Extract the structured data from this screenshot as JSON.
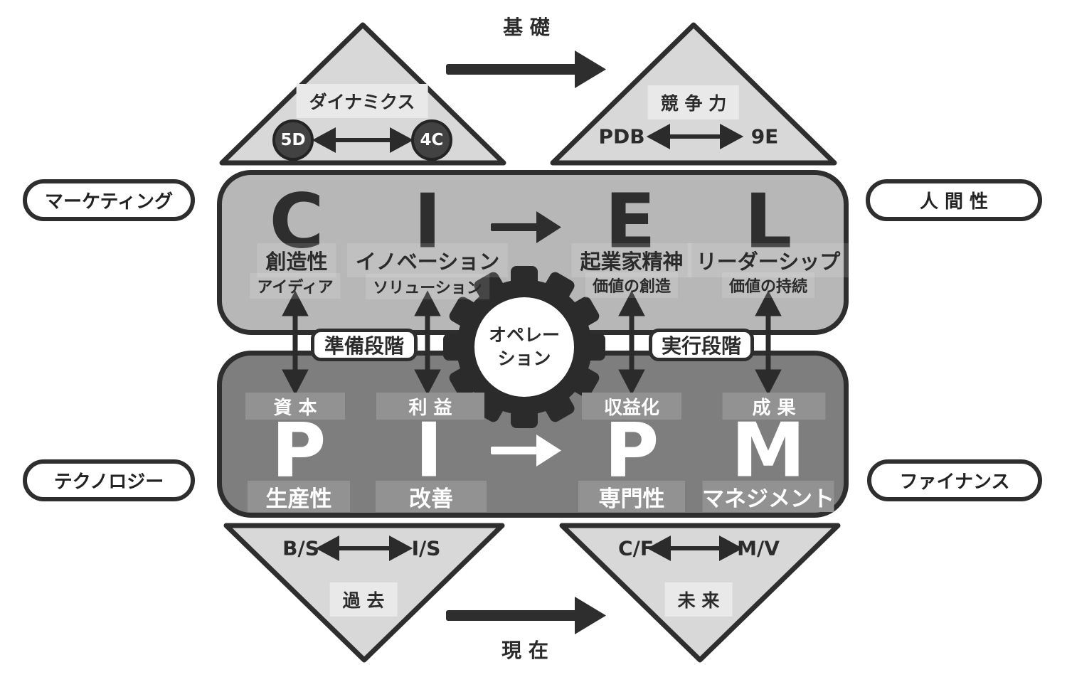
{
  "colors": {
    "dark": "#2e2e2e",
    "triangle_fill": "#d8d8d8",
    "triangle_chip_bg": "#e9e9e9",
    "upper_box_fill": "#b7b7b7",
    "lower_box_fill": "#7e7e7e",
    "lower_chip_bg": "#929292",
    "node_circle_fill": "#424242",
    "white": "#ffffff"
  },
  "axes": {
    "top": "基 礎",
    "bottom": "現 在"
  },
  "pills": {
    "marketing": "マーケティング",
    "humanity": "人 間 性",
    "technology": "テクノロジー",
    "finance": "ファイナンス"
  },
  "triangles": {
    "dynamics": {
      "title": "ダイナミクス",
      "left": "5D",
      "right": "4C"
    },
    "competitiveness": {
      "title": "競 争 力",
      "left": "PDB",
      "right": "9E"
    },
    "past": {
      "title": "過 去",
      "left": "B/S",
      "right": "I/S"
    },
    "future": {
      "title": "未 来",
      "left": "C/F",
      "right": "M/V"
    }
  },
  "upper_box": {
    "columns": [
      {
        "letter": "C",
        "label": "創造性",
        "sublabel": "アイディア"
      },
      {
        "letter": "I",
        "label": "イノベーション",
        "sublabel": "ソリューション"
      },
      {
        "letter": "E",
        "label": "起業家精神",
        "sublabel": "価値の創造"
      },
      {
        "letter": "L",
        "label": "リーダーシップ",
        "sublabel": "価値の持続"
      }
    ]
  },
  "lower_box": {
    "columns": [
      {
        "top_label": "資 本",
        "letter": "P",
        "bottom_label": "生産性"
      },
      {
        "top_label": "利 益",
        "letter": "I",
        "bottom_label": "改善"
      },
      {
        "top_label": "収益化",
        "letter": "P",
        "bottom_label": "専門性"
      },
      {
        "top_label": "成 果",
        "letter": "M",
        "bottom_label": "マネジメント"
      }
    ]
  },
  "stages": {
    "left": "準備段階",
    "right": "実行段階"
  },
  "gear": {
    "line1": "オペレー",
    "line2": "ション"
  }
}
